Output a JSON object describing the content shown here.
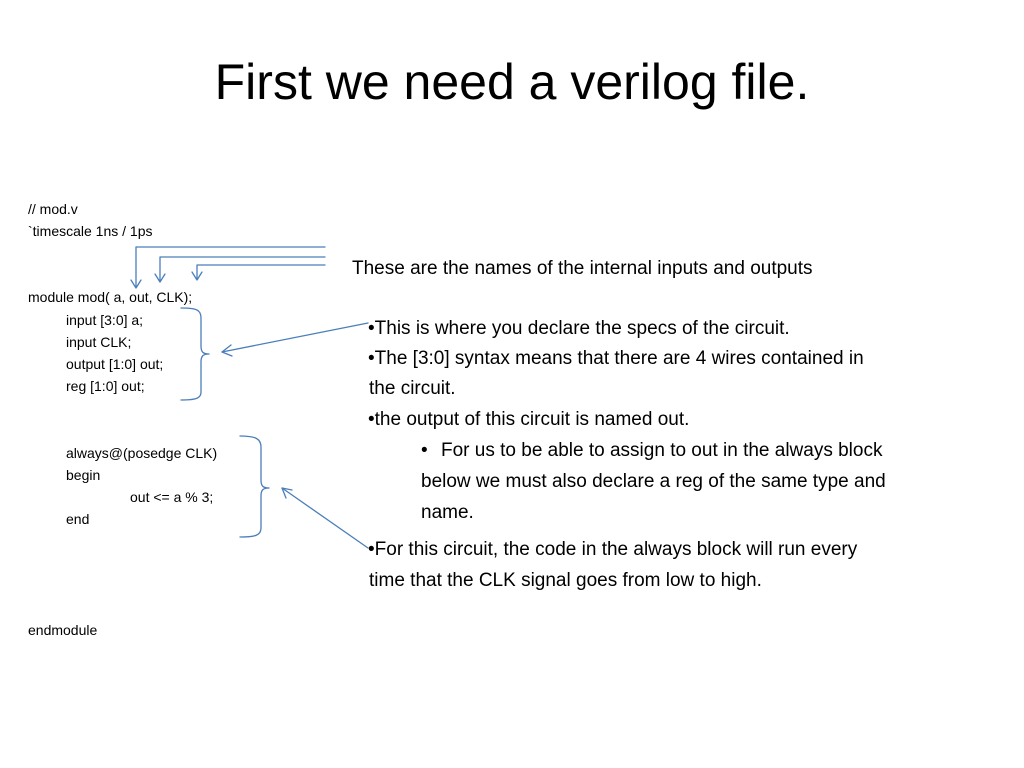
{
  "slide": {
    "title": "First we need a verilog file.",
    "colors": {
      "background": "#ffffff",
      "text": "#000000",
      "connector": "#4a7ebb"
    }
  },
  "code": {
    "comment": "// mod.v",
    "timescale": "`timescale 1ns / 1ps",
    "module_decl": "module mod( a, out, CLK);",
    "input_a": "input [3:0] a;",
    "input_clk": "input CLK;",
    "output_out": "output [1:0] out;",
    "reg_out": "reg [1:0] out;",
    "always": "always@(posedge CLK)",
    "begin": "begin",
    "assign": "out <= a % 3;",
    "end": "end",
    "endmodule": "endmodule"
  },
  "notes": {
    "ports_caption": "These are the names of the internal inputs and outputs",
    "bullet": "•",
    "bullet1": {
      "lines": [
        "This is where you declare the specs of the circuit."
      ]
    },
    "bullet2": {
      "lines": [
        "The [3:0] syntax means that there are 4 wires contained in",
        "the circuit."
      ]
    },
    "bullet3": {
      "lines": [
        "the output of this circuit is named out."
      ]
    },
    "sub_bullet": {
      "lines": [
        "For us to be able to assign to out in the always block",
        "below we must also declare a reg of the same type and",
        "name."
      ]
    },
    "bullet4": {
      "lines": [
        "For this circuit, the code in the always block will run every",
        "time that the CLK signal goes from low to high."
      ]
    }
  }
}
